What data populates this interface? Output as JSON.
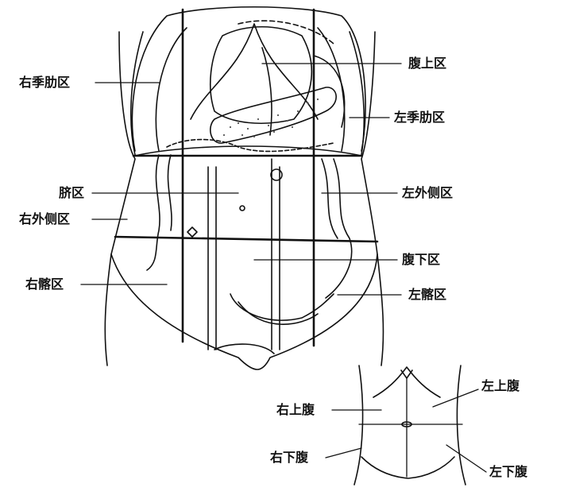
{
  "regions_nine": {
    "right_hypochondriac": "右季肋区",
    "epigastric": "腹上区",
    "left_hypochondriac": "左季肋区",
    "umbilical": "脐区",
    "left_lateral": "左外侧区",
    "right_lateral": "右外侧区",
    "hypogastric": "腹下区",
    "right_iliac": "右髂区",
    "left_iliac": "左髂区"
  },
  "quadrants_four": {
    "right_upper": "右上腹",
    "left_upper": "左上腹",
    "right_lower": "右下腹",
    "left_lower": "左下腹"
  },
  "colors": {
    "line": "#111111",
    "background": "#ffffff",
    "stipple": "#555555"
  }
}
